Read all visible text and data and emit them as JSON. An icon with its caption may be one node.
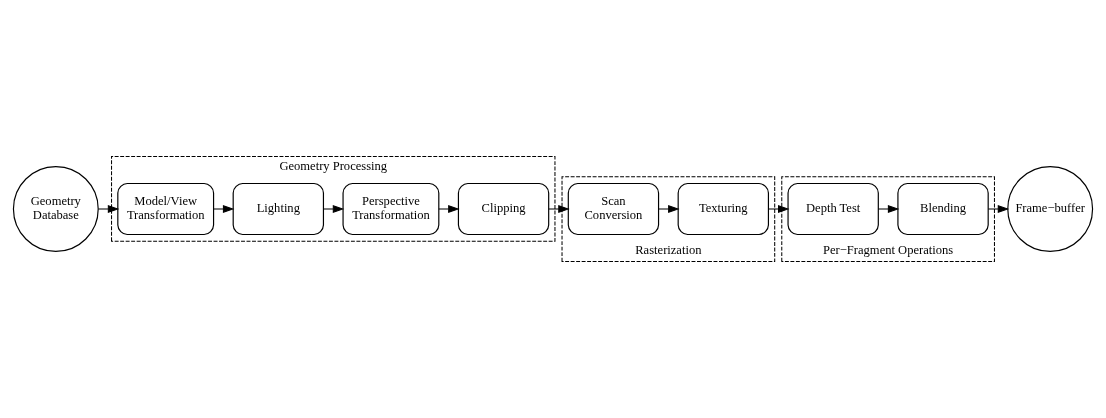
{
  "diagram": {
    "nodes": [
      {
        "text": [
          "Geometry Database"
        ]
      },
      {
        "text": [
          "Geometry Processing"
        ]
      },
      {
        "text": [
          "Model/View Transformation"
        ],
        "in": 1
      },
      {
        "text": [
          "Lighting"
        ],
        "in": 1
      },
      {
        "text": [
          "Perspective Transformation"
        ],
        "in": 1
      },
      {
        "text": [
          "Clipping"
        ],
        "in": 1
      },
      {
        "text": [
          "Rasterization"
        ]
      },
      {
        "text": [
          "Scan Conversion"
        ],
        "in": 6
      },
      {
        "text": [
          "Texturing"
        ],
        "in": 6
      },
      {
        "text": [
          "Per−Fragment Operations"
        ]
      },
      {
        "text": [
          "Depth Test"
        ],
        "in": 9
      },
      {
        "text": [
          "Blending"
        ],
        "in": 9
      },
      {
        "text": [
          "Frame−buffer"
        ]
      }
    ],
    "edges": [
      {
        "from": 0,
        "to": 2,
        "arrow": "to"
      },
      {
        "from": 2,
        "to": 3,
        "arrow": "to"
      },
      {
        "from": 3,
        "to": 4,
        "arrow": "to"
      },
      {
        "from": 4,
        "to": 5,
        "arrow": "to"
      },
      {
        "from": 5,
        "to": 7,
        "arrow": "to"
      },
      {
        "from": 7,
        "to": 8,
        "arrow": "to"
      },
      {
        "from": 8,
        "to": 10,
        "arrow": "to"
      },
      {
        "from": 10,
        "to": 11,
        "arrow": "to"
      },
      {
        "from": 11,
        "to": 12,
        "arrow": "to"
      }
    ]
  }
}
